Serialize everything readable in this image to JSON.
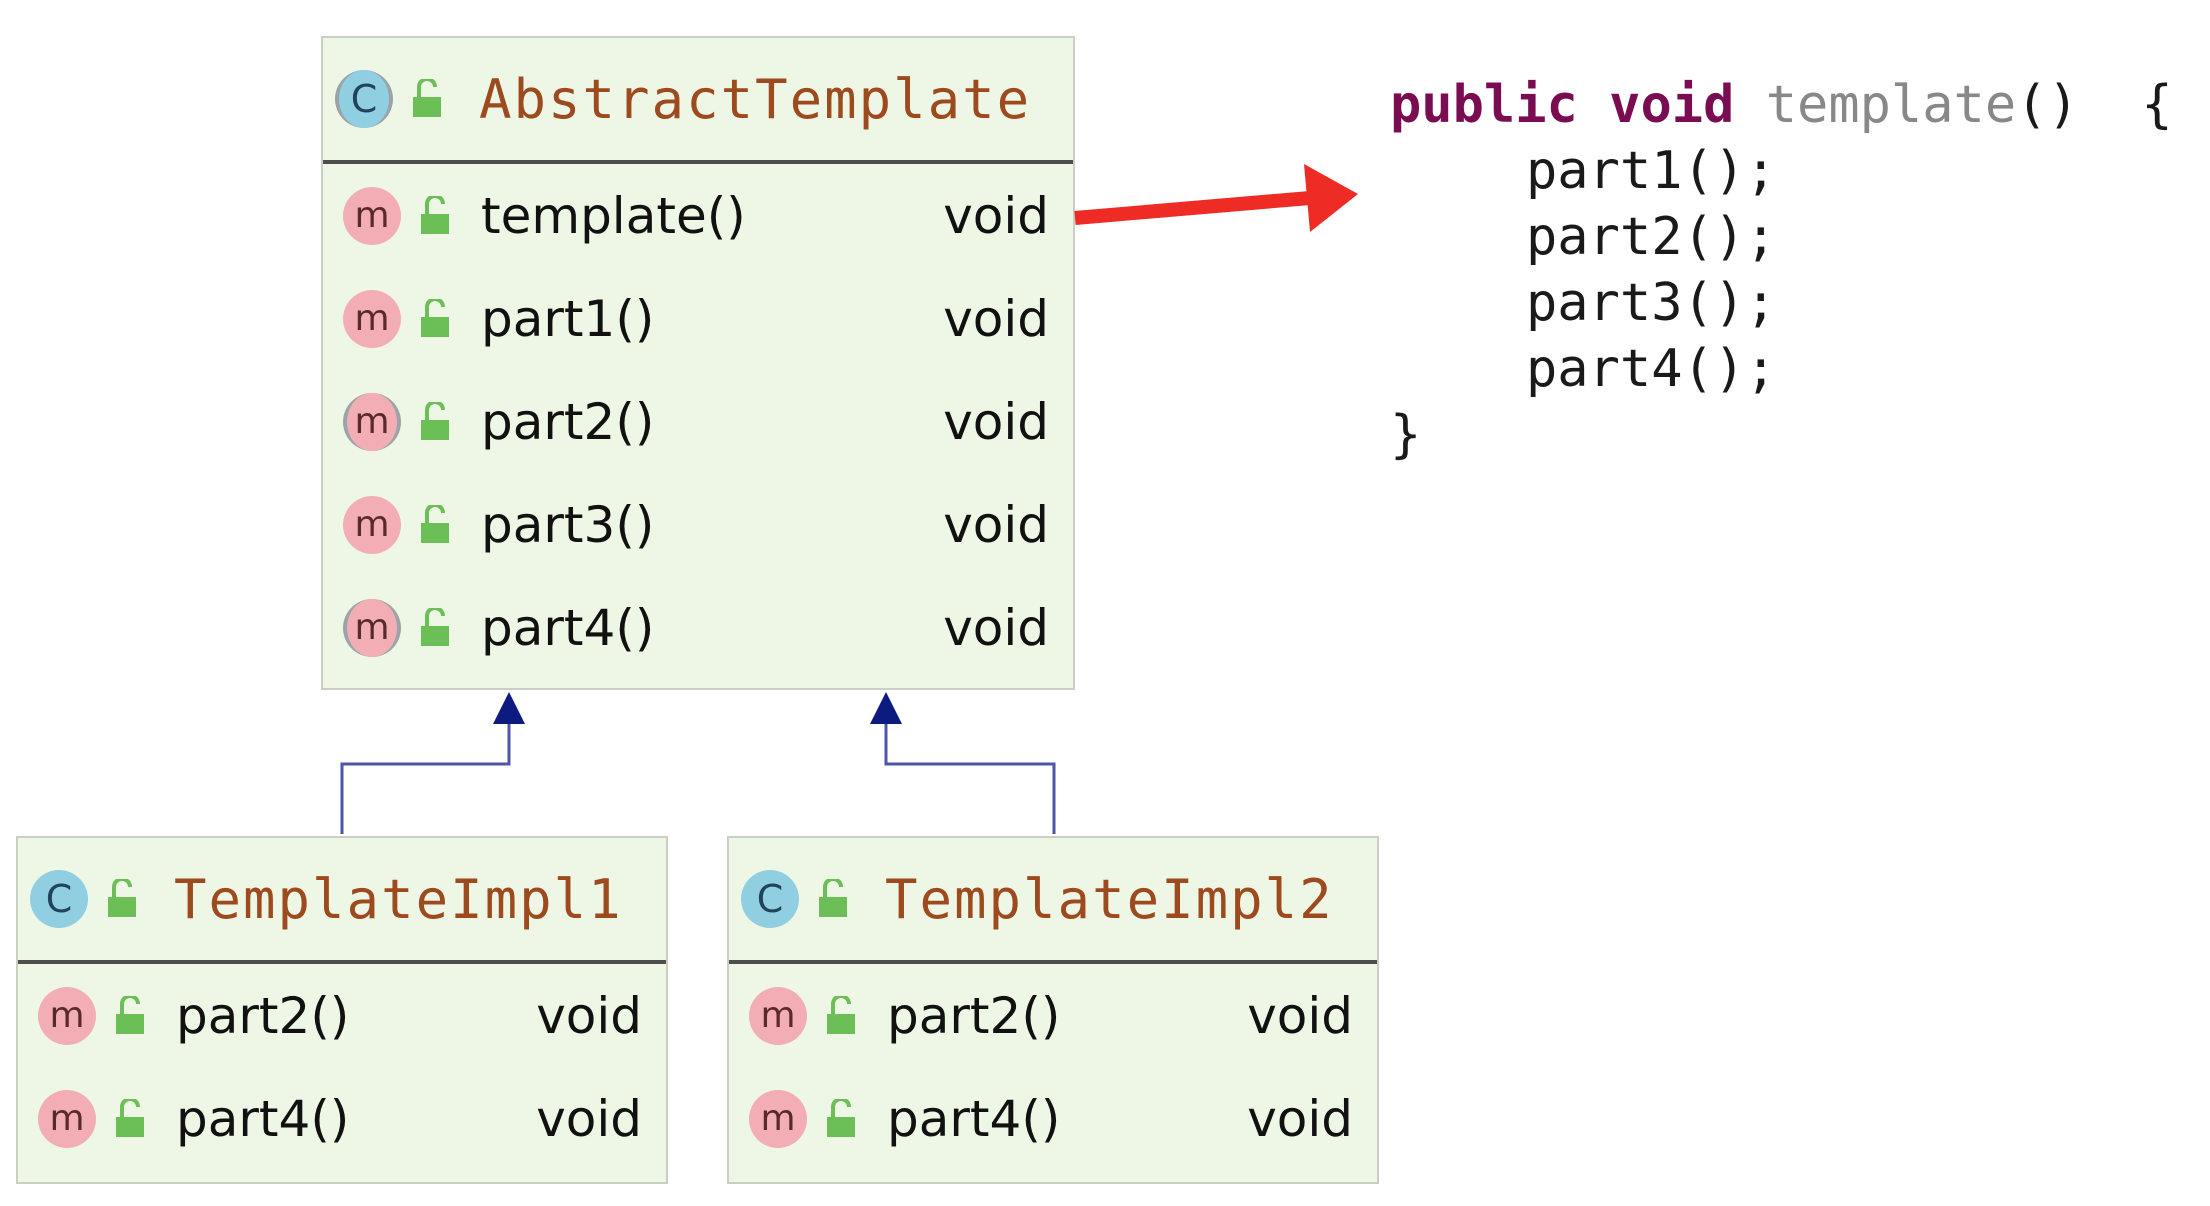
{
  "classes": {
    "abstract_template": {
      "badge": "C",
      "name": "AbstractTemplate",
      "methods": [
        {
          "badge": "m",
          "name": "template()",
          "type": "void"
        },
        {
          "badge": "m",
          "name": "part1()",
          "type": "void"
        },
        {
          "badge": "m",
          "name": "part2()",
          "type": "void"
        },
        {
          "badge": "m",
          "name": "part3()",
          "type": "void"
        },
        {
          "badge": "m",
          "name": "part4()",
          "type": "void"
        }
      ]
    },
    "template_impl1": {
      "badge": "C",
      "name": "TemplateImpl1",
      "methods": [
        {
          "badge": "m",
          "name": "part2()",
          "type": "void"
        },
        {
          "badge": "m",
          "name": "part4()",
          "type": "void"
        }
      ]
    },
    "template_impl2": {
      "badge": "C",
      "name": "TemplateImpl2",
      "methods": [
        {
          "badge": "m",
          "name": "part2()",
          "type": "void"
        },
        {
          "badge": "m",
          "name": "part4()",
          "type": "void"
        }
      ]
    }
  },
  "code": {
    "kw_public": "public",
    "kw_void": "void",
    "fn_name": "template",
    "signature_rest": "()  {",
    "body": [
      "part1();",
      "part2();",
      "part3();",
      "part4();"
    ],
    "close": "}"
  },
  "colors": {
    "class_fill": "#eef7e6",
    "class_title": "#9c4a1e",
    "inheritance_line": "#4d55a8",
    "inheritance_arrowhead": "#0d1a80",
    "callout_arrow": "#ee2b24",
    "keyword": "#7a0d52"
  },
  "icons": {
    "class_badge": "class-c-icon",
    "method_badge": "method-m-icon",
    "visibility": "public-lock-icon"
  }
}
